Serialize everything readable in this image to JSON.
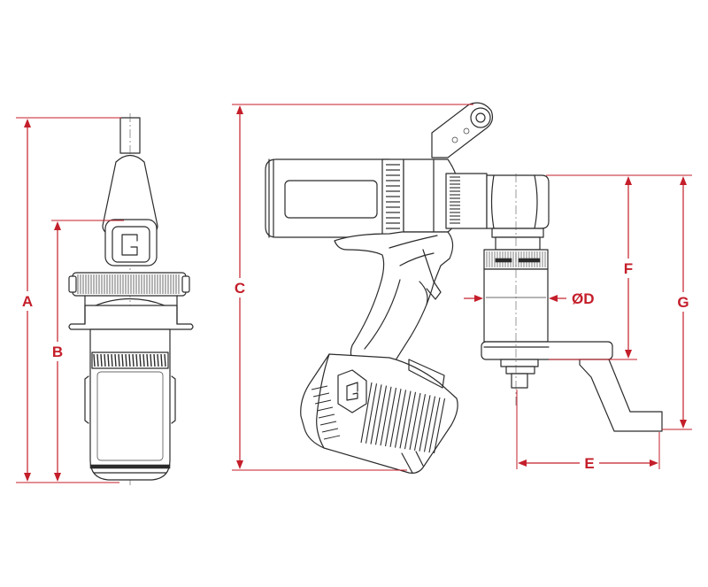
{
  "dimension_labels": {
    "A": "A",
    "B": "B",
    "C": "C",
    "D": "ØD",
    "E": "E",
    "F": "F",
    "G": "G"
  },
  "colors": {
    "dimension": "#c41e2a",
    "outline": "#2b2b2b",
    "background": "#ffffff"
  }
}
